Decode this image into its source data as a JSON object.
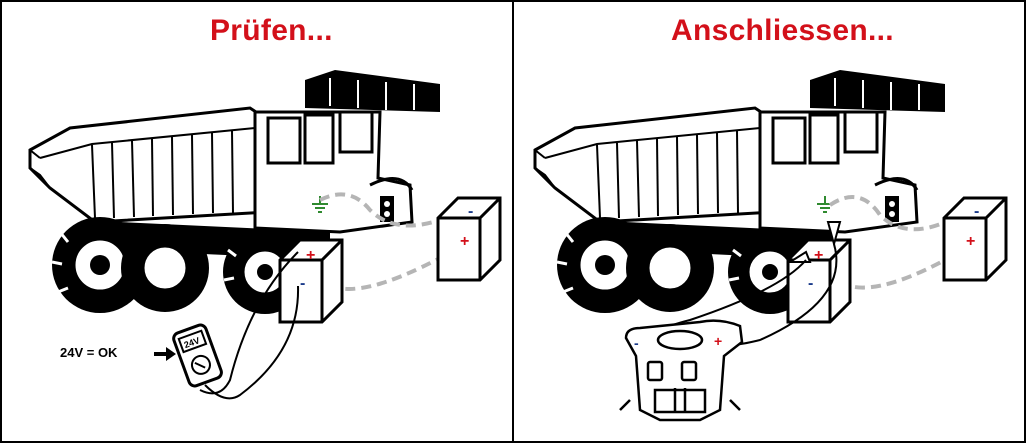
{
  "panels": {
    "left": {
      "title": "Prüfen..."
    },
    "right": {
      "title": "Anschliessen..."
    }
  },
  "meter": {
    "label": "24V = OK",
    "display": "24V"
  },
  "battery": {
    "plus": "+",
    "minus": "-"
  },
  "colors": {
    "title": "#d3101a",
    "positive": "#d3101a",
    "negative": "#1a3a8a",
    "cable": "#b5b5b5",
    "ground": "#2f8a2f"
  },
  "icons": [
    "dump-truck-icon",
    "battery-icon",
    "multimeter-icon",
    "jumper-cable-icon",
    "ground-symbol-icon",
    "booster-unit-icon"
  ]
}
